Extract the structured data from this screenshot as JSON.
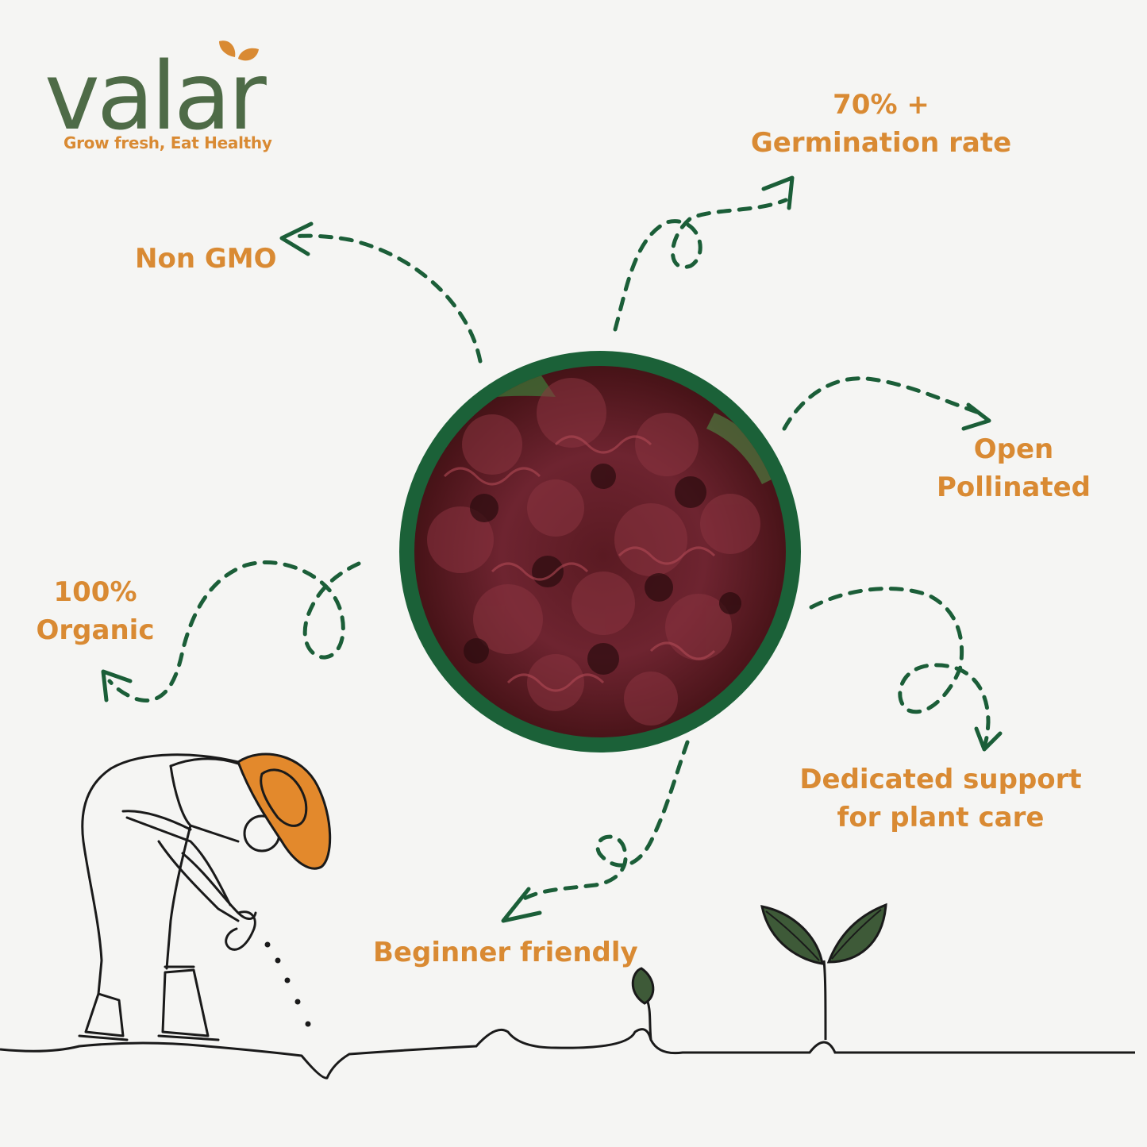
{
  "brand": {
    "name": "valar",
    "tagline": "Grow fresh, Eat Healthy",
    "colors": {
      "primary_green": "#4e6b47",
      "accent_orange": "#d98a33",
      "ring_green": "#1b6138"
    }
  },
  "product_image": {
    "subject": "red loose-leaf lettuce",
    "icon": "lettuce-photo"
  },
  "features": {
    "germination": {
      "line1": "70% +",
      "line2": "Germination rate"
    },
    "non_gmo": {
      "line1": "Non GMO"
    },
    "open_pollinated": {
      "line1": "Open",
      "line2": "Pollinated"
    },
    "organic": {
      "line1": "100%",
      "line2": "Organic"
    },
    "support": {
      "line1": "Dedicated support",
      "line2": "for plant care"
    },
    "beginner": {
      "line1": "Beginner friendly"
    }
  },
  "illustration": {
    "icons": [
      "farmer-sowing-icon",
      "seedling-icon",
      "sprout-bud-icon"
    ]
  }
}
